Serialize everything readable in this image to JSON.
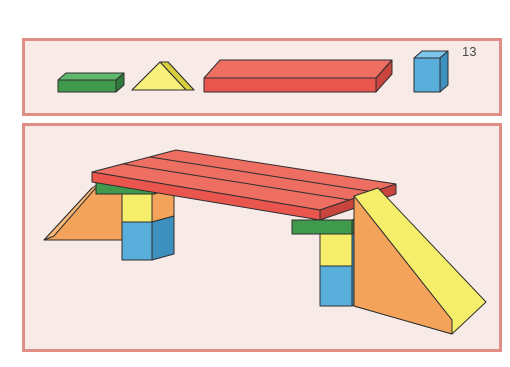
{
  "page": {
    "page_number": "13"
  },
  "palette": {
    "panel_background": "#f8ebe7",
    "panel_border": "#e08d86",
    "green": "#3f9a4e",
    "yellow": "#f5ee6a",
    "red": "#e8564d",
    "blue": "#5aaedc",
    "orange": "#f4a35a"
  },
  "parts_legend": [
    {
      "shape": "rectangular block",
      "color": "green"
    },
    {
      "shape": "triangular prism",
      "color": "yellow"
    },
    {
      "shape": "long plank",
      "color": "red"
    },
    {
      "shape": "cube",
      "color": "blue"
    }
  ],
  "assembled_model": {
    "description_icon": "bridge-model"
  }
}
